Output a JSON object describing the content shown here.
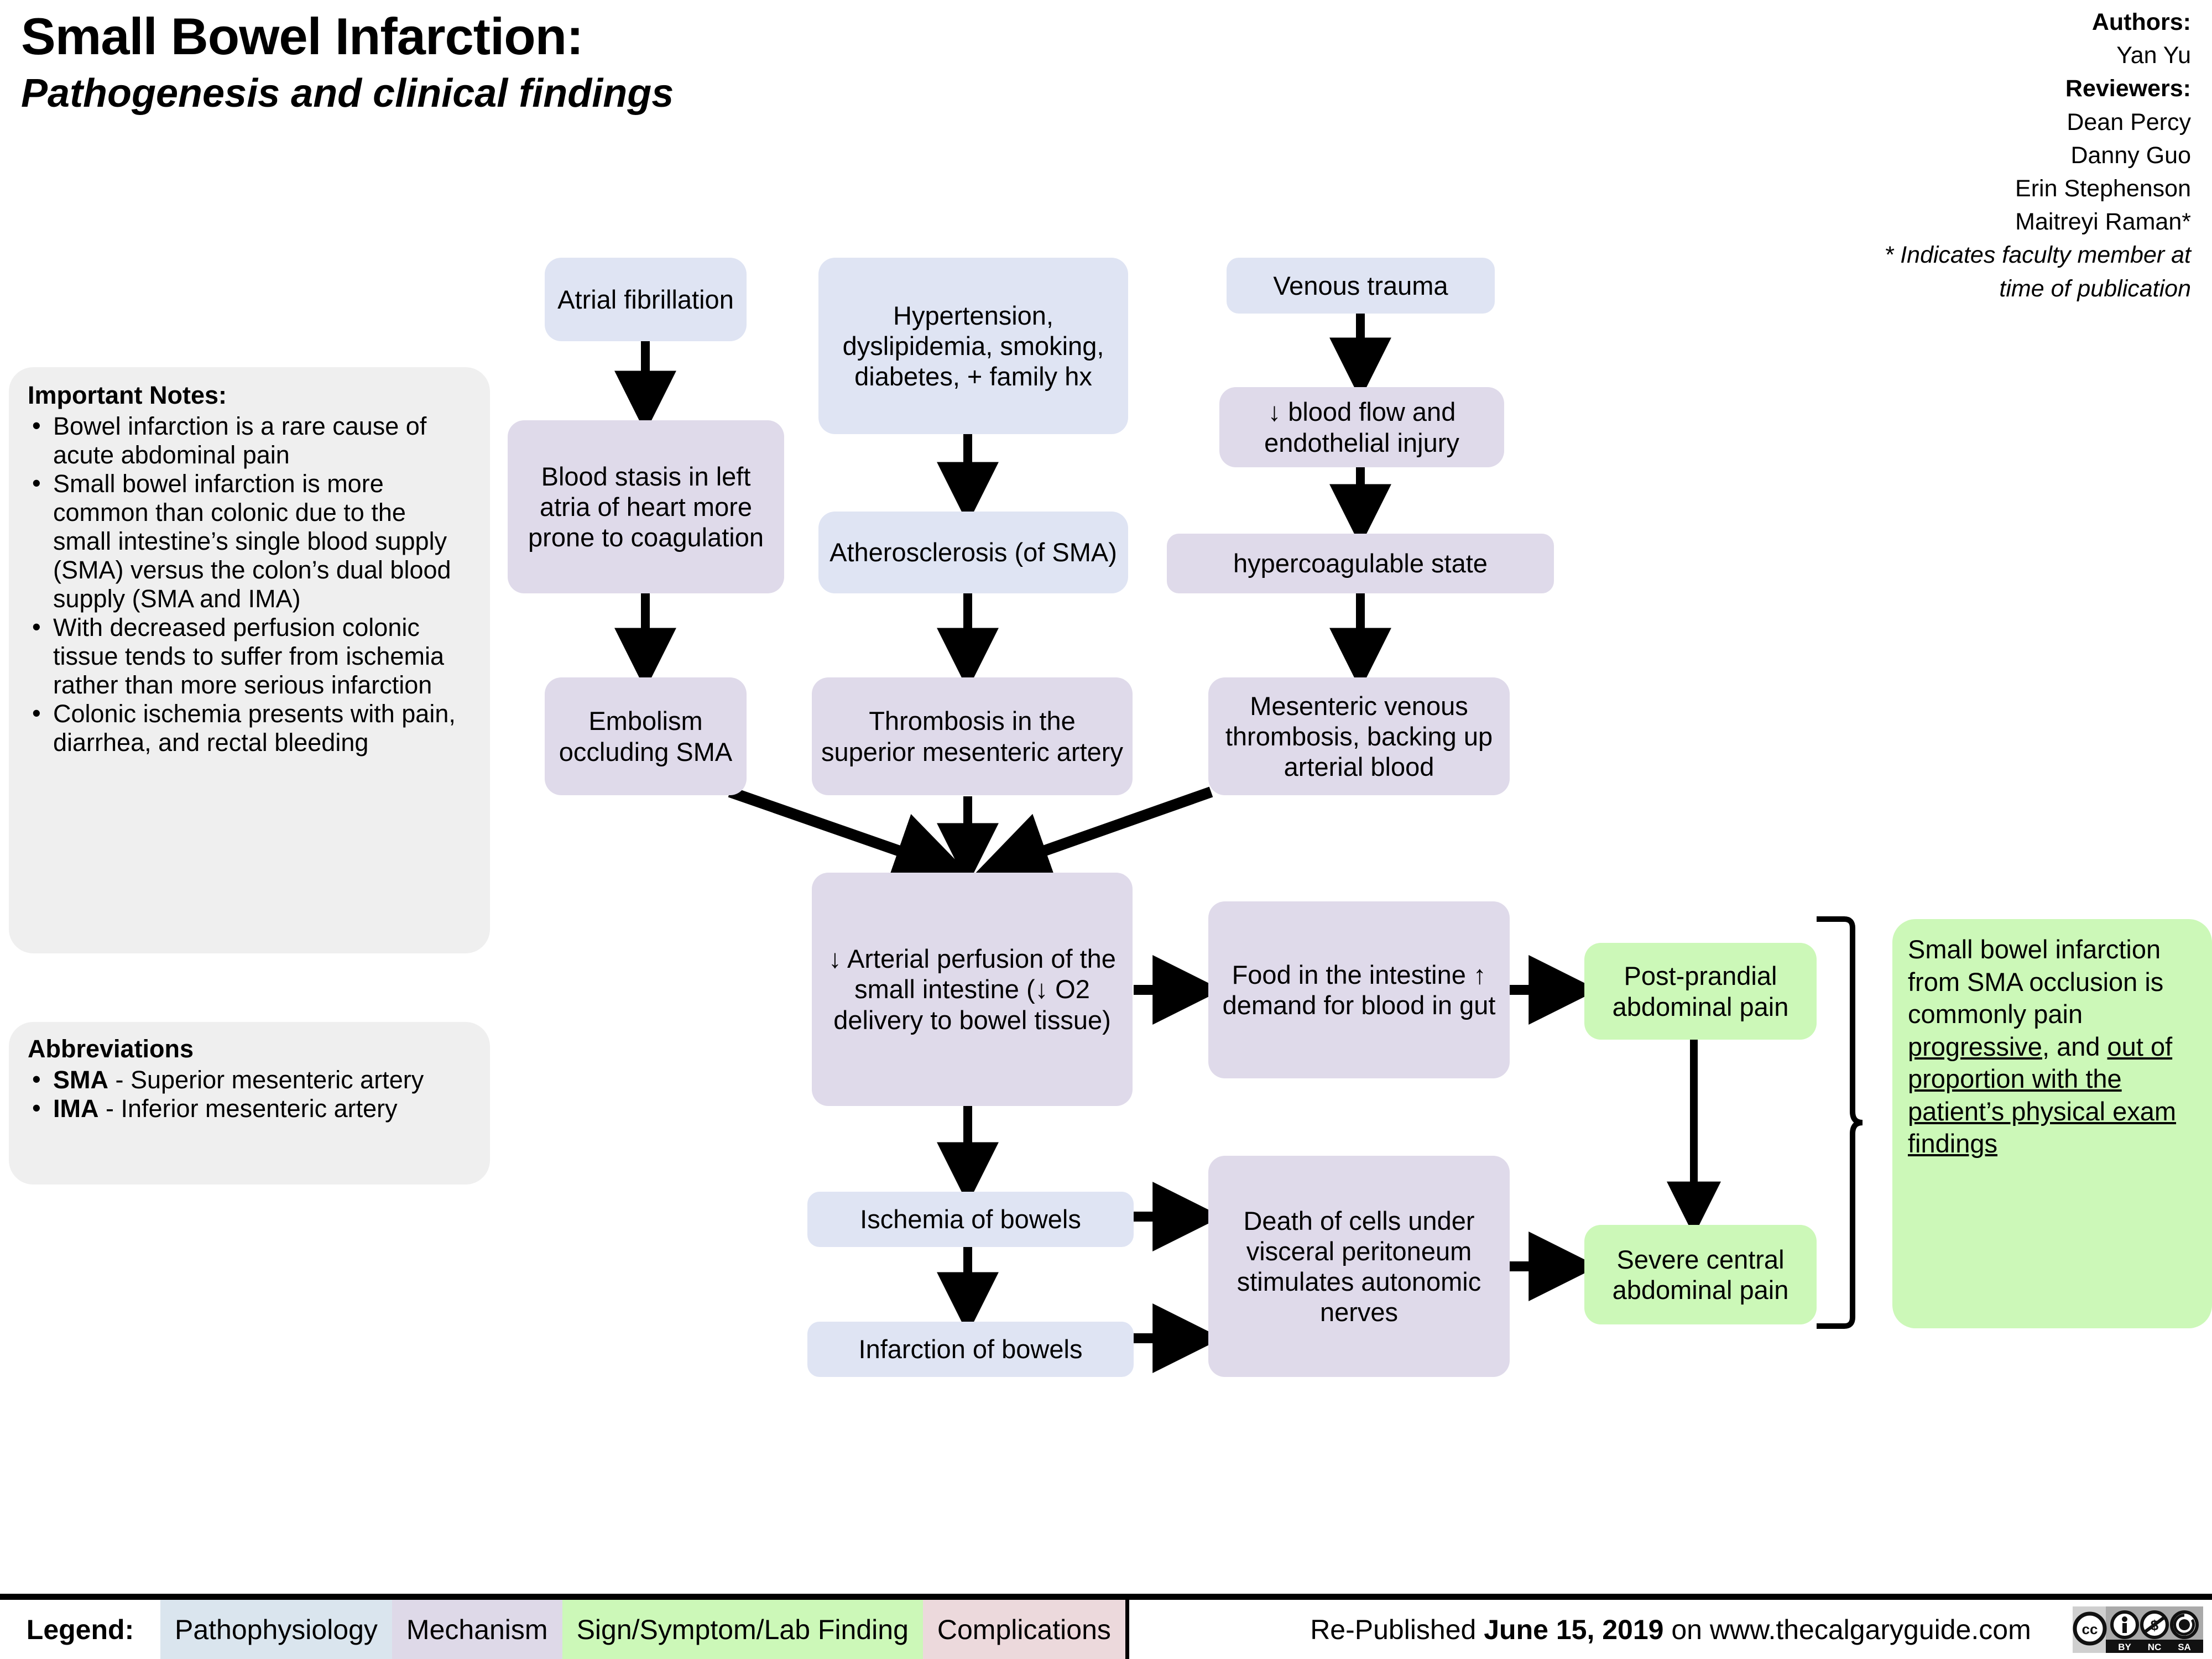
{
  "header": {
    "title": "Small Bowel Infarction:",
    "subtitle": "Pathogenesis and clinical findings",
    "authors_label": "Authors:",
    "authors": [
      "Yan Yu"
    ],
    "reviewers_label": "Reviewers:",
    "reviewers": [
      "Dean Percy",
      "Danny Guo",
      "Erin Stephenson",
      "Maitreyi Raman*"
    ],
    "footnote_line1": "* Indicates faculty member at",
    "footnote_line2": "time of publication"
  },
  "notes_panel": {
    "heading": "Important Notes:",
    "items": [
      "Bowel infarction is a rare cause of acute abdominal pain",
      "Small bowel infarction is more common than colonic due to the small intestine’s single blood supply (SMA) versus the colon’s dual blood supply (SMA and IMA)",
      "With decreased perfusion colonic tissue tends to suffer from ischemia rather than more serious infarction",
      "Colonic ischemia presents with pain, diarrhea, and rectal bleeding"
    ]
  },
  "abbrev_panel": {
    "heading": "Abbreviations",
    "items": [
      {
        "abbr": "SMA",
        "dash": " - ",
        "expansion": "Superior mesenteric artery"
      },
      {
        "abbr": "IMA",
        "dash": " - ",
        "expansion": "Inferior mesenteric artery"
      }
    ]
  },
  "nodes": {
    "atrial_fibrillation": "Atrial fibrillation",
    "risk_factors": "Hypertension, dyslipidemia, smoking, diabetes, + family hx",
    "venous_trauma": "Venous trauma",
    "blood_stasis": "Blood stasis in left atria of heart more prone to coagulation",
    "atherosclerosis": "Atherosclerosis (of SMA)",
    "blood_flow_injury": "↓ blood flow and endothelial injury",
    "hypercoagulable": "hypercoagulable state",
    "embolism": "Embolism occluding SMA",
    "thrombosis_sma": "Thrombosis in the superior mesenteric artery",
    "mesenteric_venous_thrombosis": "Mesenteric venous thrombosis, backing up arterial blood",
    "arterial_perfusion": "↓ Arterial perfusion of the small intestine (↓ O2 delivery to bowel tissue)",
    "food_demand": "Food in the intestine ↑ demand for blood in gut",
    "ischemia": "Ischemia of bowels",
    "infarction": "Infarction of bowels",
    "cell_death": "Death of cells under visceral peritoneum stimulates autonomic nerves",
    "post_prandial_pain": "Post-prandial abdominal pain",
    "severe_central_pain": "Severe central abdominal pain"
  },
  "green_note": {
    "lead": "Small bowel infarction from SMA occlusion is commonly pain ",
    "underline1": "progressive",
    "mid": ", and ",
    "underline2": "out of proportion with the patient’s physical exam findings"
  },
  "footer": {
    "legend_label": "Legend:",
    "legend_items": [
      {
        "label": "Pathophysiology",
        "color": "#dae5ee"
      },
      {
        "label": "Mechanism",
        "color": "#ded9e8"
      },
      {
        "label": "Sign/Symptom/Lab Finding",
        "color": "#ccf8b8"
      },
      {
        "label": "Complications",
        "color": "#ecd9dc"
      }
    ],
    "republish_prefix": "Re-Published ",
    "republish_date": "June 15, 2019",
    "republish_suffix": " on www.thecalgaryguide.com",
    "license": "CC BY NC SA"
  },
  "colors": {
    "pathophysiology": "#dfe4f3",
    "mechanism": "#dfdaea",
    "sign": "#ccf8b8",
    "complications": "#ecd9dc",
    "panel": "#efefef"
  }
}
